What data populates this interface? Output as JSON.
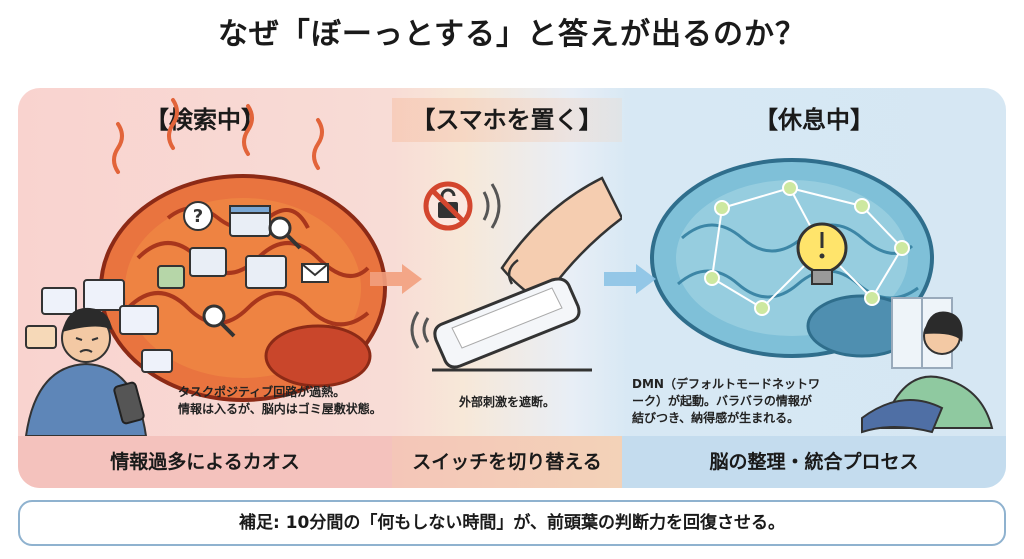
{
  "title": "なぜ「ぼーっとする」と答えが出るのか？",
  "panels": [
    {
      "heading": "【検索中】",
      "caption_lines": [
        "タスクポジティブ回路が過熱。",
        "情報は入るが、脳内はゴミ屋敷状態。"
      ],
      "footer": "情報過多によるカオス"
    },
    {
      "heading": "【スマホを置く】",
      "caption_lines": [
        "外部刺激を遮断。"
      ],
      "footer": "スイッチを切り替える"
    },
    {
      "heading": "【休息中】",
      "caption_lines": [
        "DMN（デフォルトモードネットワ",
        "ーク）が起動。バラバラの情報が",
        "結びつき、納得感が生まれる。"
      ],
      "footer": "脳の整理・統合プロセス"
    }
  ],
  "note": "補足: 10分間の「何もしない時間」が、前頭葉の判断力を回復させる。",
  "colors": {
    "panel1_bg": "#f9d3cf",
    "panel2_bg": "#f7e8d8",
    "panel3_bg": "#d6e7f3",
    "brain_hot": "#d9502f",
    "brain_calm": "#5fa9c9",
    "note_border": "#8fb2cf"
  },
  "icons": {
    "panel1": [
      "hot-brain-icon",
      "question-mark-icon",
      "browser-window-icon",
      "magnifier-icon",
      "chat-bubble-icon",
      "stressed-person-icon",
      "smartphone-icon"
    ],
    "panel2": [
      "no-notification-icon",
      "hand-icon",
      "smartphone-icon"
    ],
    "panel3": [
      "calm-brain-icon",
      "lightbulb-icon",
      "network-node-icon",
      "resting-woman-icon"
    ]
  }
}
